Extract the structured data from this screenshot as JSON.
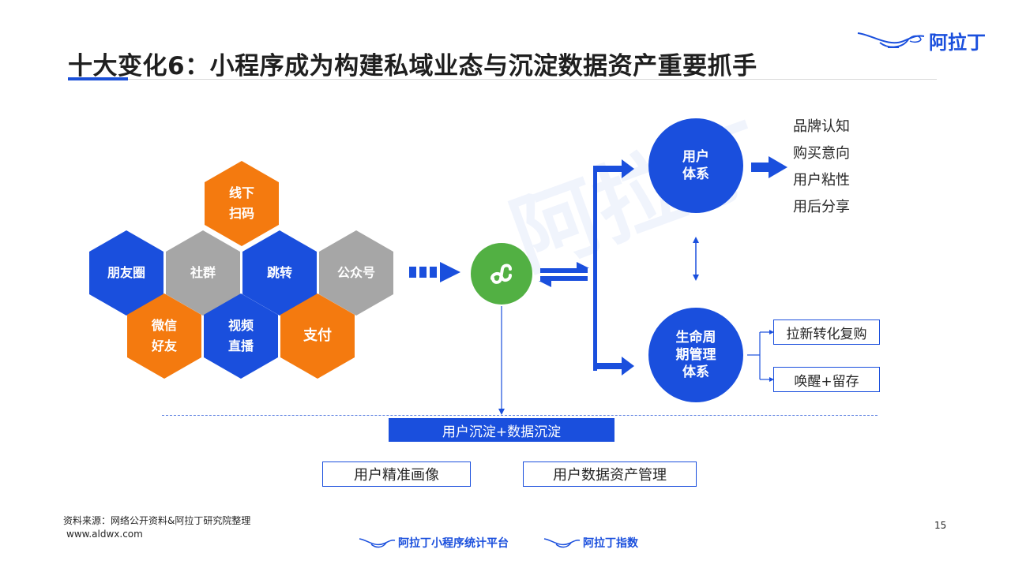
{
  "title": "十大变化6：小程序成为构建私域业态与沉淀数据资产重要抓手",
  "logo": {
    "text": "阿拉丁",
    "icon": "lamp-icon"
  },
  "hexagons": [
    {
      "id": "xianxia",
      "lines": [
        "线下",
        "扫码"
      ],
      "color": "orange"
    },
    {
      "id": "pengyouquan",
      "lines": [
        "朋友圈"
      ],
      "color": "blue"
    },
    {
      "id": "shequn",
      "lines": [
        "社群"
      ],
      "color": "gray"
    },
    {
      "id": "tiaozhuan",
      "lines": [
        "跳转"
      ],
      "color": "blue"
    },
    {
      "id": "gongzhonghao",
      "lines": [
        "公众号"
      ],
      "color": "gray"
    },
    {
      "id": "weixin",
      "lines": [
        "微信",
        "好友"
      ],
      "color": "orange"
    },
    {
      "id": "shipin",
      "lines": [
        "视频",
        "直播"
      ],
      "color": "blue"
    },
    {
      "id": "zhifu",
      "lines": [
        "支付"
      ],
      "color": "orange"
    }
  ],
  "center_icon": "mini-program-icon",
  "user_system": {
    "lines": [
      "用户",
      "体系"
    ]
  },
  "user_system_items": [
    "品牌认知",
    "购买意向",
    "用户粘性",
    "用后分享"
  ],
  "lifecycle_system": {
    "lines": [
      "生命周",
      "期管理",
      "体系"
    ]
  },
  "lifecycle_items": [
    "拉新转化复购",
    "唤醒+留存"
  ],
  "sediment_label": "用户沉淀+数据沉淀",
  "bottom_boxes": [
    "用户精准画像",
    "用户数据资产管理"
  ],
  "footer": {
    "source": "资料来源：网络公开资料&阿拉丁研究院整理",
    "url": "www.aldwx.com",
    "brand1": "阿拉丁小程序统计平台",
    "brand2": "阿拉丁指数",
    "page_number": "15"
  },
  "colors": {
    "blue": "#1a4fdd",
    "orange": "#f47a0f",
    "gray": "#a6a6a6",
    "green": "#52b043"
  }
}
